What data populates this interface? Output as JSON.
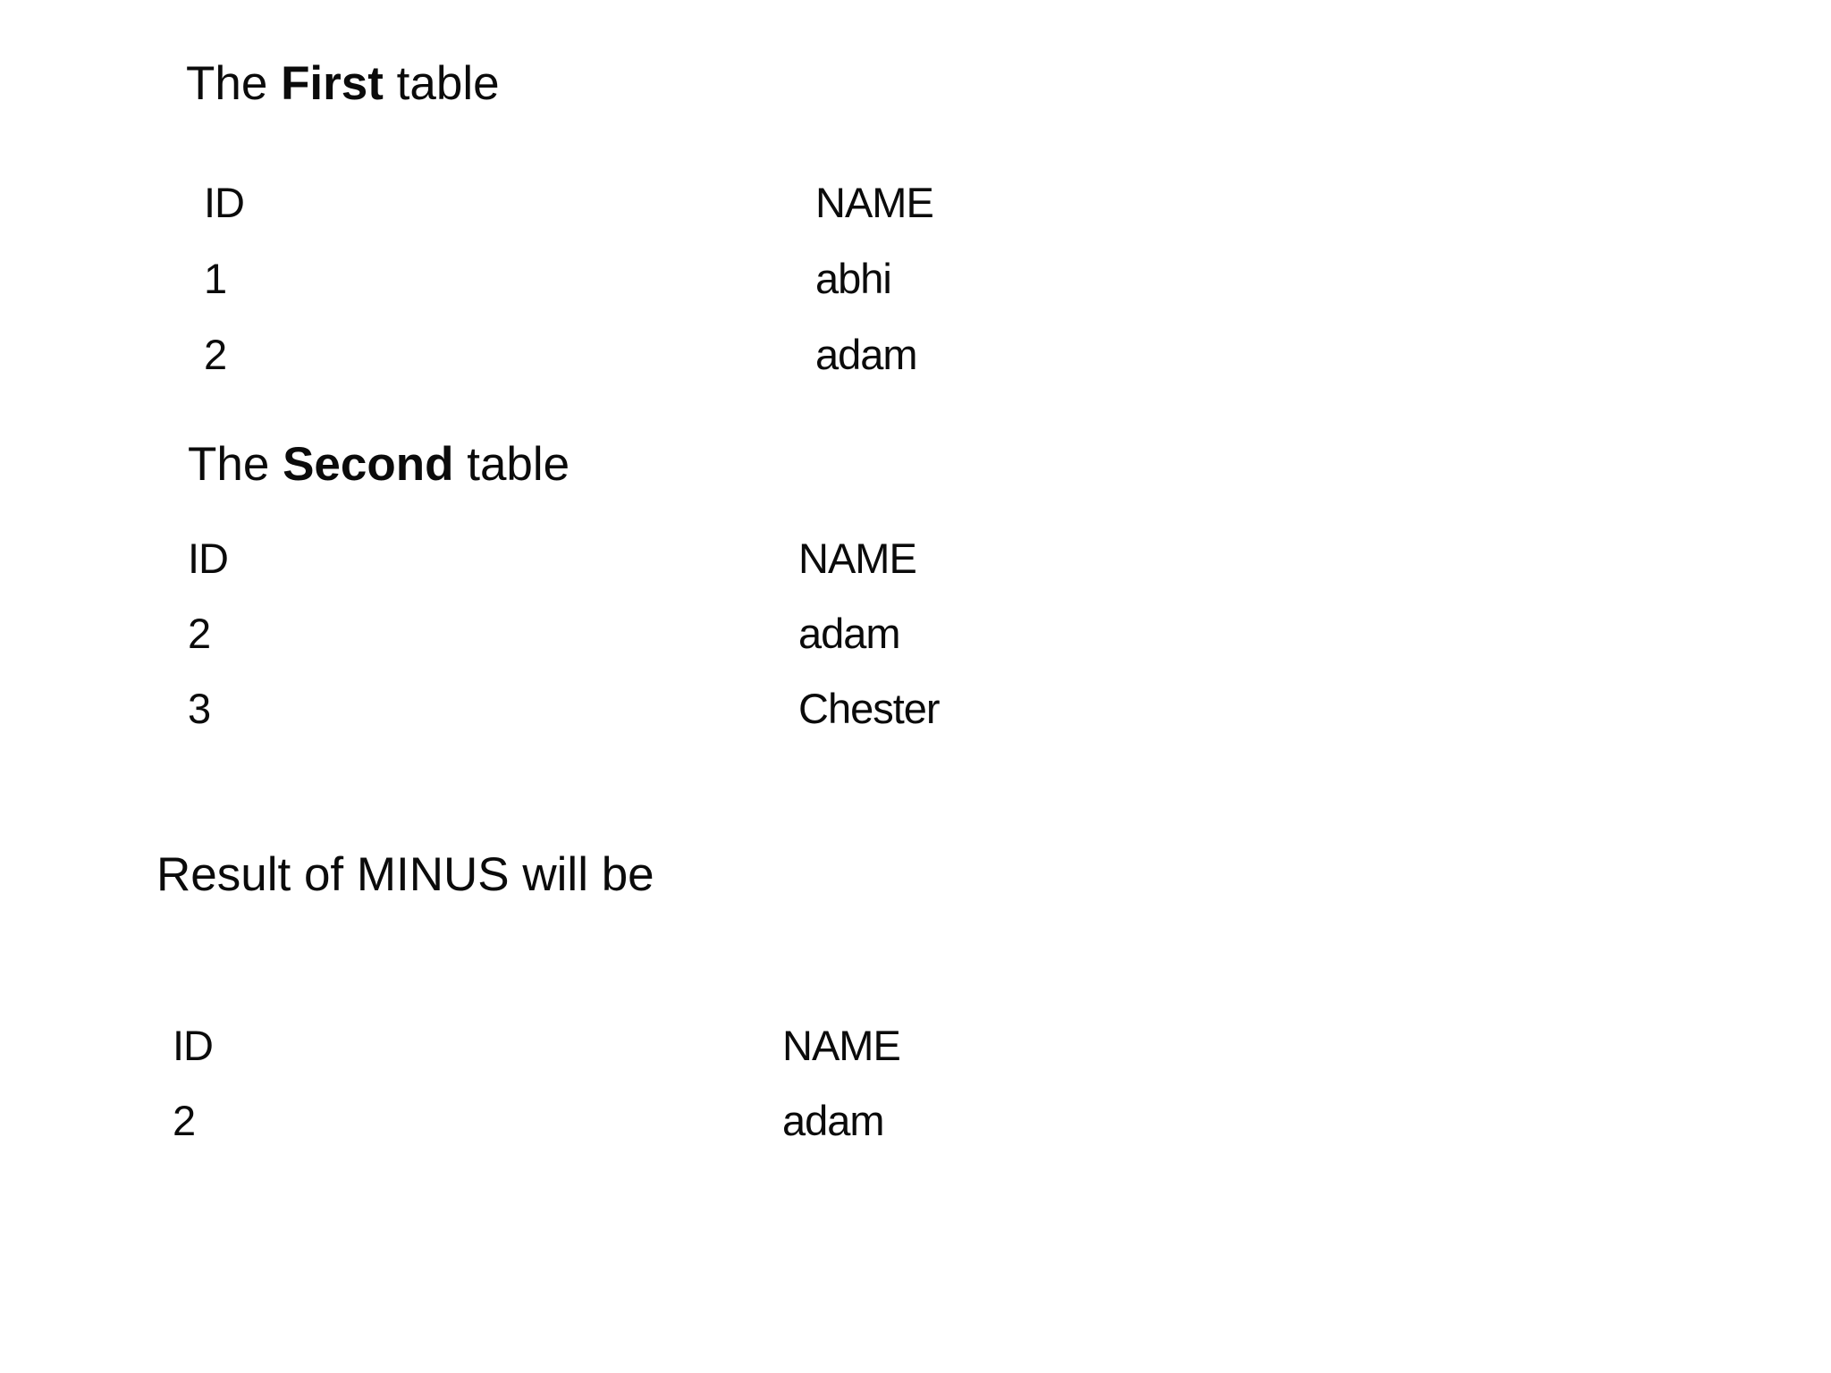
{
  "page": {
    "background": "#ffffff",
    "text_color": "#0b0b0b"
  },
  "headings": {
    "first": {
      "prefix": "The ",
      "emphasis": "First",
      "suffix": " table"
    },
    "second": {
      "prefix": "The ",
      "emphasis": "Second",
      "suffix": " table"
    },
    "result": {
      "text": "Result of MINUS will be"
    }
  },
  "tables": {
    "first": {
      "columns": {
        "id": "ID",
        "name": "NAME"
      },
      "rows": [
        {
          "id": "1",
          "name": "abhi"
        },
        {
          "id": "2",
          "name": "adam"
        }
      ]
    },
    "second": {
      "columns": {
        "id": "ID",
        "name": "NAME"
      },
      "rows": [
        {
          "id": "2",
          "name": "adam"
        },
        {
          "id": "3",
          "name": "Chester"
        }
      ]
    },
    "result": {
      "columns": {
        "id": "ID",
        "name": "NAME"
      },
      "rows": [
        {
          "id": "2",
          "name": "adam"
        }
      ]
    }
  }
}
